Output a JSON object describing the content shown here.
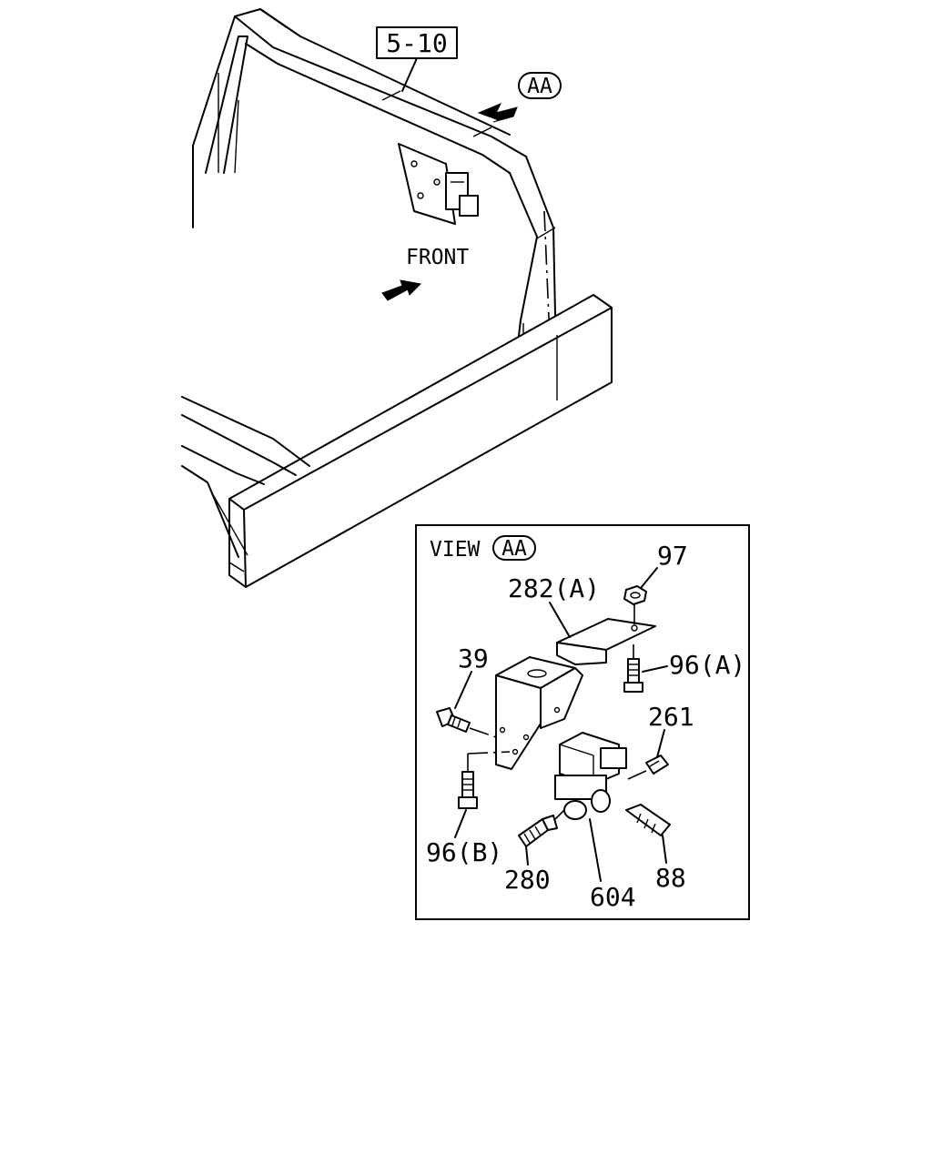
{
  "ref_box": "5-10",
  "view_callout": "AA",
  "front_label": "FRONT",
  "inset": {
    "title_prefix": "VIEW",
    "title_callout": "AA"
  },
  "parts": {
    "p97": "97",
    "p282a": "282(A)",
    "p39": "39",
    "p96a": "96(A)",
    "p261": "261",
    "p96b": "96(B)",
    "p280": "280",
    "p604": "604",
    "p88": "88"
  }
}
